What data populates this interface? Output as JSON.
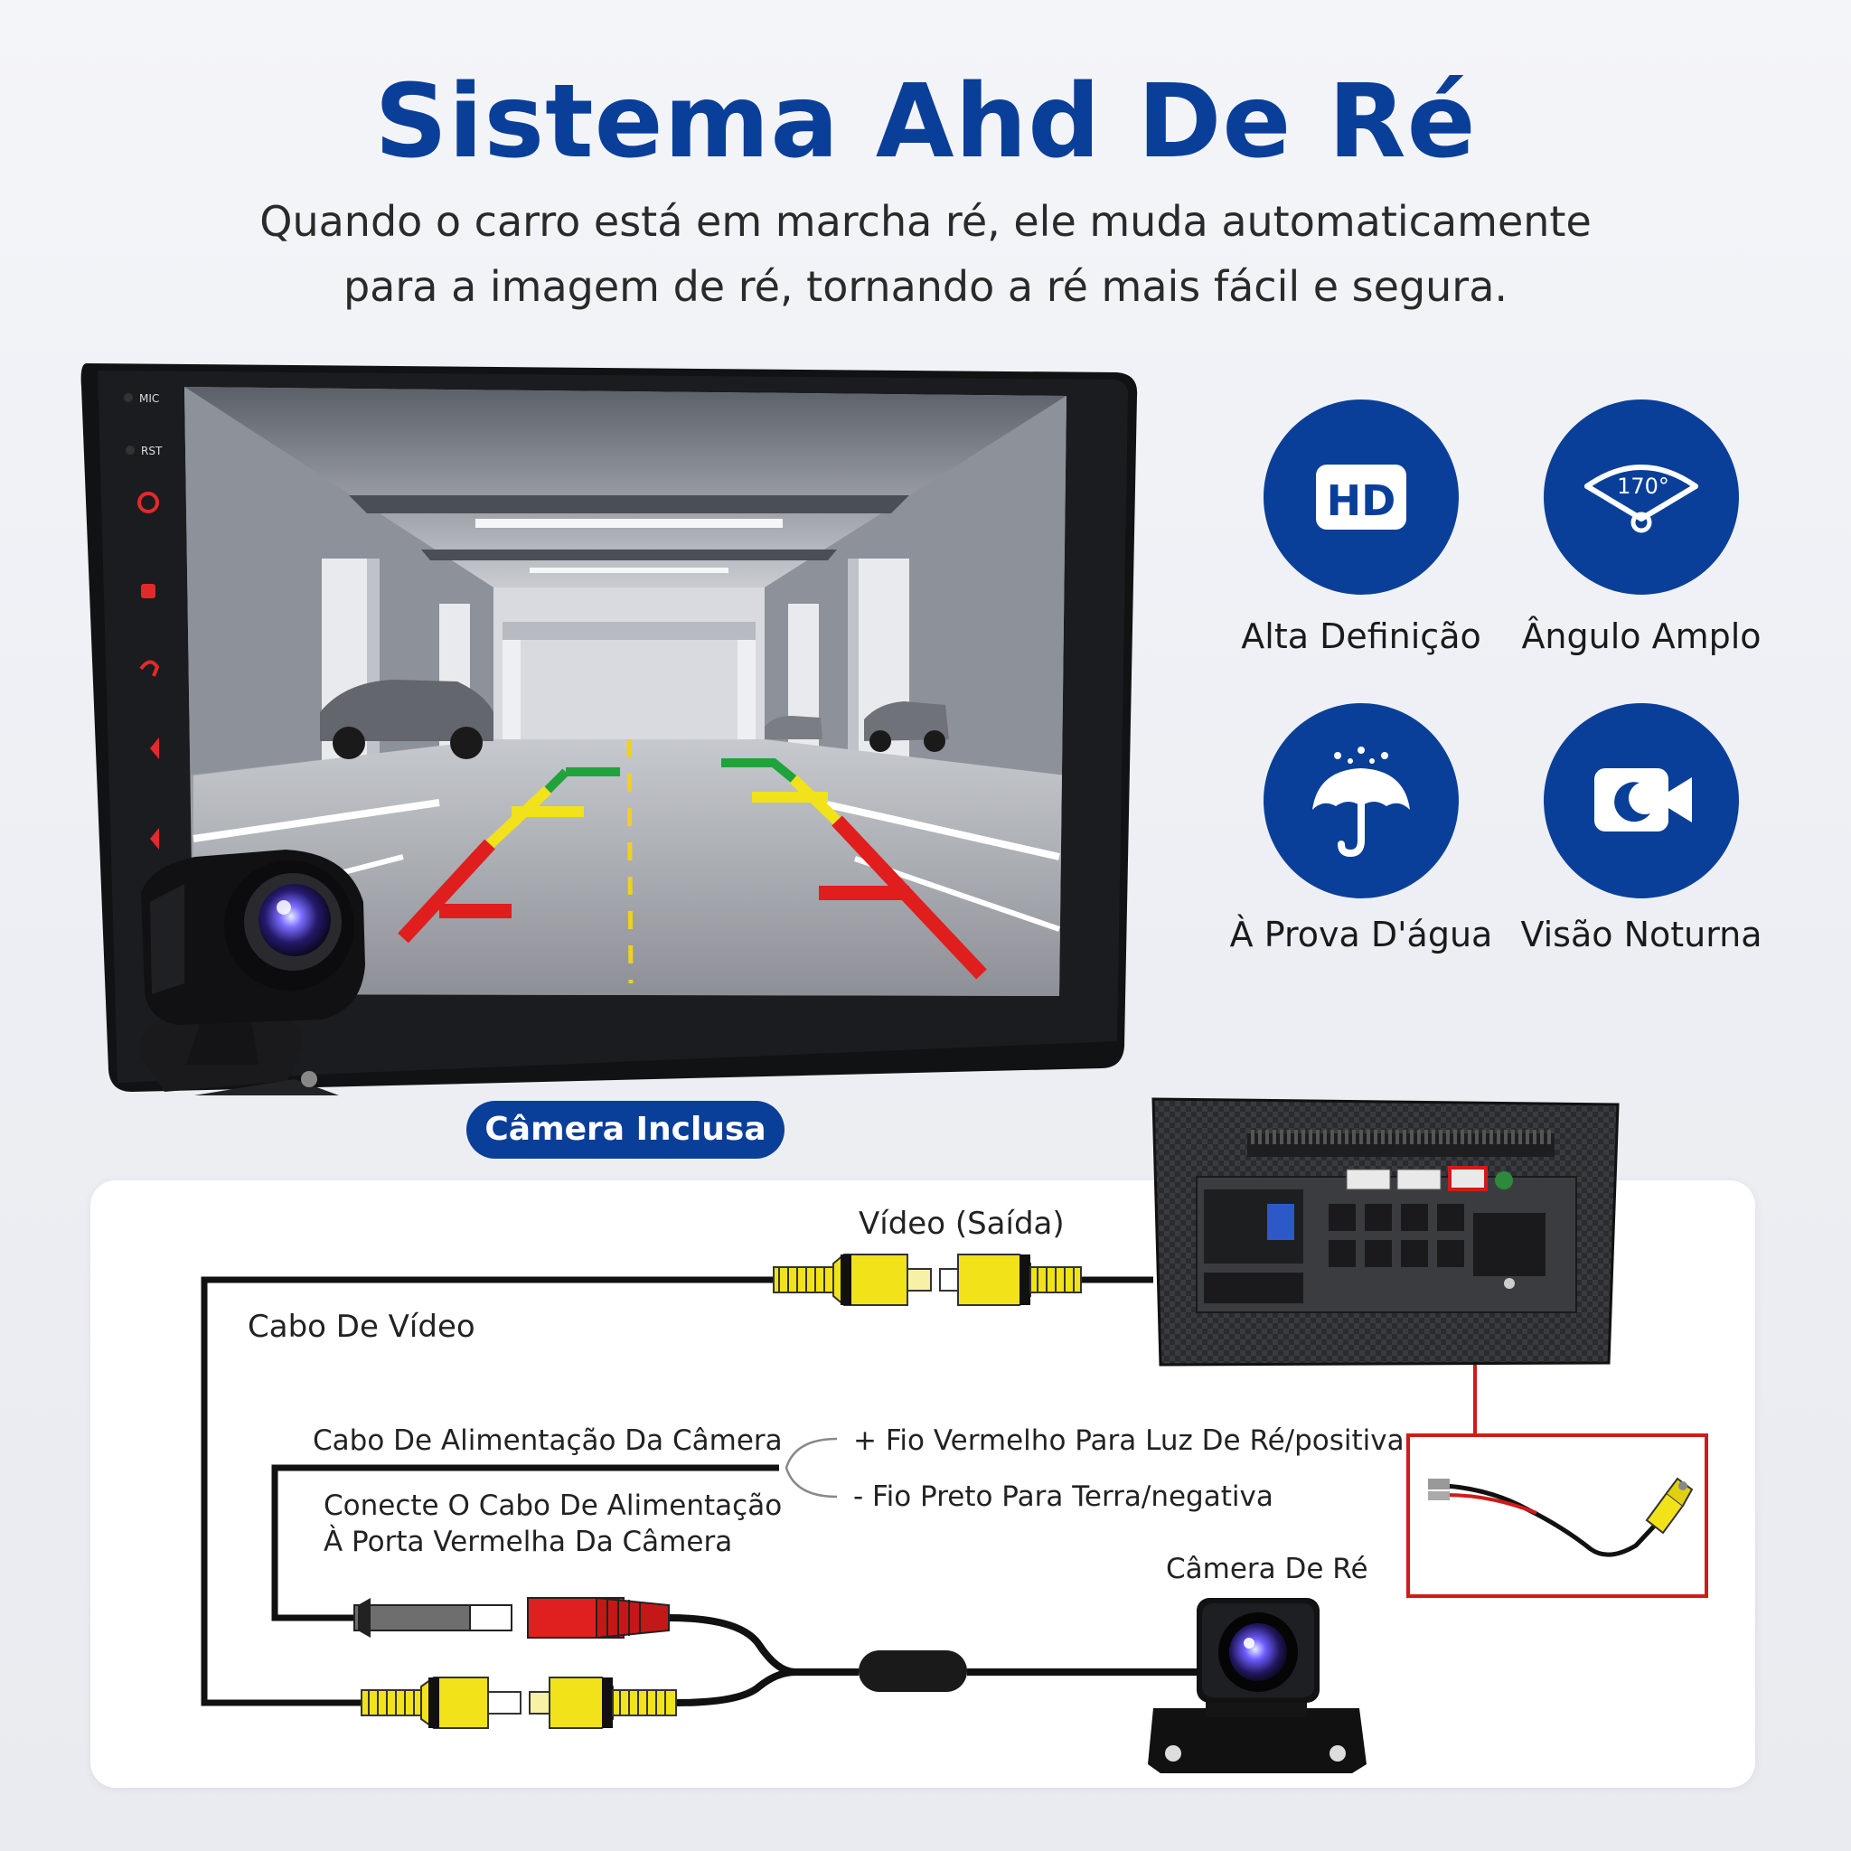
{
  "header": {
    "title": "Sistema Ahd De Ré",
    "subtitle_line1": "Quando o carro está em marcha ré, ele muda automaticamente",
    "subtitle_line2": "para a imagem de ré, tornando a ré mais fácil e segura."
  },
  "head_unit": {
    "mic_label": "MIC",
    "rst_label": "RST"
  },
  "features": [
    {
      "label": "Alta Definição",
      "icon": "hd-icon",
      "icon_text": "HD"
    },
    {
      "label": "Ângulo Amplo",
      "icon": "wide-angle-icon",
      "icon_text": "170°"
    },
    {
      "label": "À Prova D'água",
      "icon": "umbrella-rain-icon"
    },
    {
      "label": "Visão Noturna",
      "icon": "night-camera-icon"
    }
  ],
  "badge": {
    "label": "Câmera Inclusa"
  },
  "wiring": {
    "video_out": "Vídeo (Saída)",
    "video_cable": "Cabo De Vídeo",
    "camera_power_cable": "Cabo De Alimentação Da Câmera",
    "red_wire": "+ Fio Vermelho Para Luz De Ré/positiva",
    "black_wire": "- Fio Preto Para Terra/negativa",
    "connect_line1": "Conecte O Cabo De Alimentação",
    "connect_line2": "À Porta Vermelha Da Câmera",
    "rear_camera": "Câmera De Ré"
  },
  "colors": {
    "brand_blue": "#0a3f99",
    "rca_yellow": "#f2e21a",
    "power_red": "#e02020",
    "highlight_red": "#d11a1a"
  }
}
